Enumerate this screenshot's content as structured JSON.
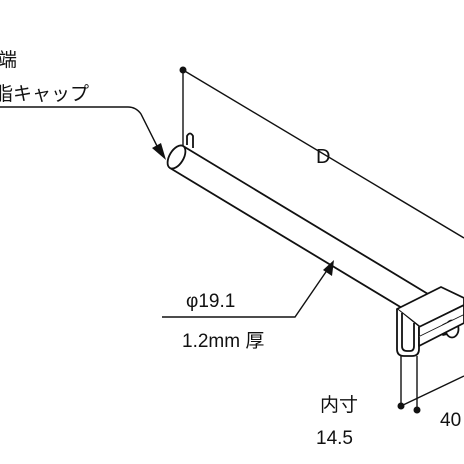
{
  "labels": {
    "end_partial": "端",
    "cap_partial": "脂キャップ",
    "depth": "D",
    "pipe_diameter": "φ19.1",
    "pipe_thickness": "1.2mm 厚",
    "inner_dimension_label": "内寸",
    "inner_dimension_value": "14.5",
    "width_partial": "40"
  },
  "colors": {
    "line": "#111111",
    "background": "#ffffff"
  }
}
